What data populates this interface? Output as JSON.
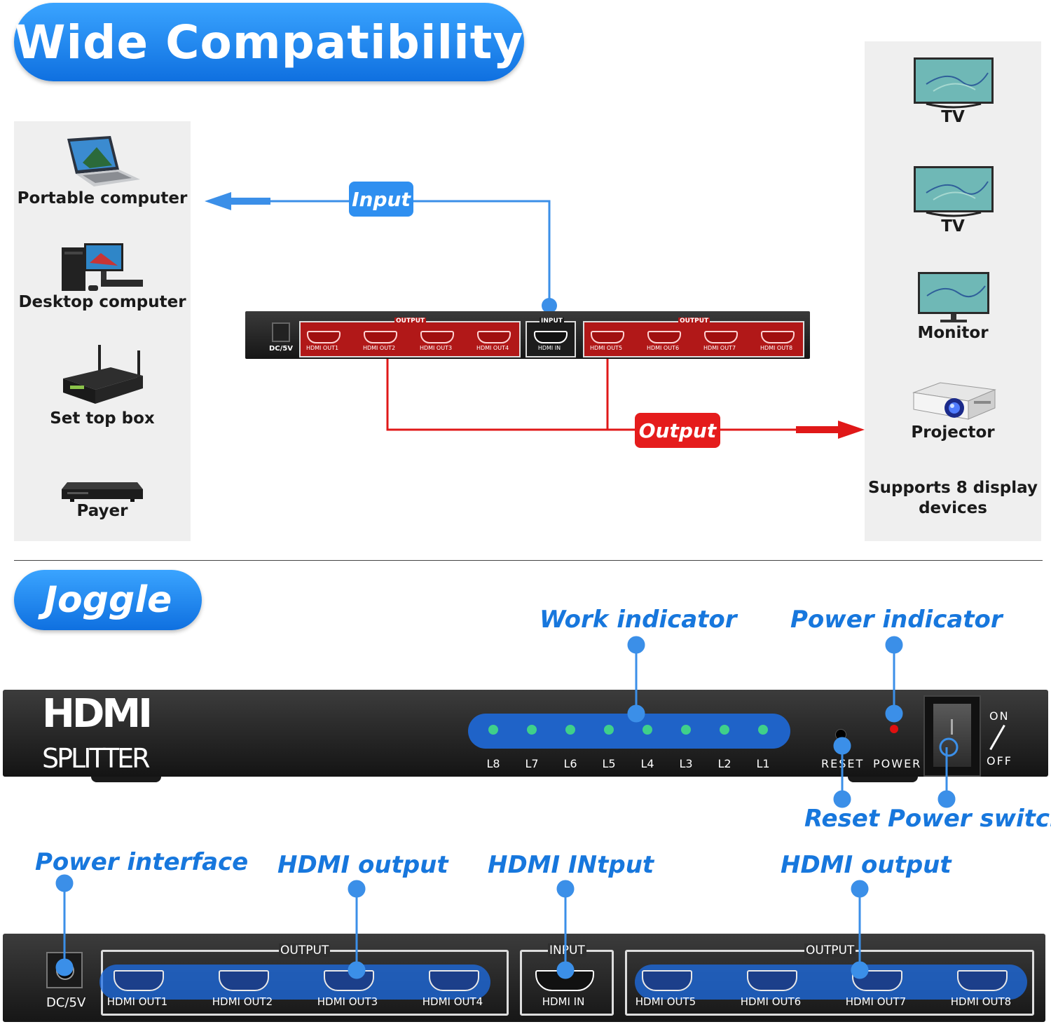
{
  "header": {
    "title": "Wide Compatibility"
  },
  "sources": [
    {
      "label": "Portable computer",
      "icon": "laptop-icon"
    },
    {
      "label": "Desktop computer",
      "icon": "desktop-computer-icon"
    },
    {
      "label": "Set top box",
      "icon": "set-top-box-icon"
    },
    {
      "label": "Payer",
      "icon": "player-icon"
    }
  ],
  "displays": [
    {
      "label": "TV",
      "icon": "tv-icon"
    },
    {
      "label": "TV",
      "icon": "tv-icon"
    },
    {
      "label": "Monitor",
      "icon": "monitor-icon"
    },
    {
      "label": "Projector",
      "icon": "projector-icon"
    }
  ],
  "displays_note": "Supports 8 display devices",
  "flow": {
    "input_label": "Input",
    "output_label": "Output"
  },
  "splitter_small": {
    "dc_label": "DC/5V",
    "output_group_label": "OUTPUT",
    "input_group_label": "INPUT",
    "ports_left": [
      "HDMI OUT1",
      "HDMI OUT2",
      "HDMI OUT3",
      "HDMI OUT4"
    ],
    "port_in": "HDMI IN",
    "ports_right": [
      "HDMI OUT5",
      "HDMI OUT6",
      "HDMI OUT7",
      "HDMI OUT8"
    ]
  },
  "section2": {
    "title": "Joggle"
  },
  "front_callouts": {
    "work_indicator": "Work indicator",
    "power_indicator": "Power indicator",
    "reset": "Reset",
    "power_switch": "Power switch"
  },
  "front_panel": {
    "brand_line1": "HDMI",
    "brand_line2": "SPLITTER",
    "leds": [
      "L8",
      "L7",
      "L6",
      "L5",
      "L4",
      "L3",
      "L2",
      "L1"
    ],
    "reset_label": "RESET",
    "power_label": "POWER",
    "switch_on": "ON",
    "switch_off": "OFF"
  },
  "rear_callouts": {
    "power_interface": "Power interface",
    "hdmi_output_left": "HDMI output",
    "hdmi_input": "HDMI INtput",
    "hdmi_output_right": "HDMI output"
  },
  "rear_panel": {
    "dc_label": "DC/5V",
    "output_group_label": "OUTPUT",
    "input_group_label": "INPUT",
    "ports_left": [
      "HDMI OUT1",
      "HDMI OUT2",
      "HDMI OUT3",
      "HDMI OUT4"
    ],
    "port_in": "HDMI IN",
    "ports_right": [
      "HDMI OUT5",
      "HDMI OUT6",
      "HDMI OUT7",
      "HDMI OUT8"
    ]
  },
  "colors": {
    "accent_blue": "#1777dd",
    "output_red": "#e01818",
    "device_body": "#1e1e1e"
  }
}
